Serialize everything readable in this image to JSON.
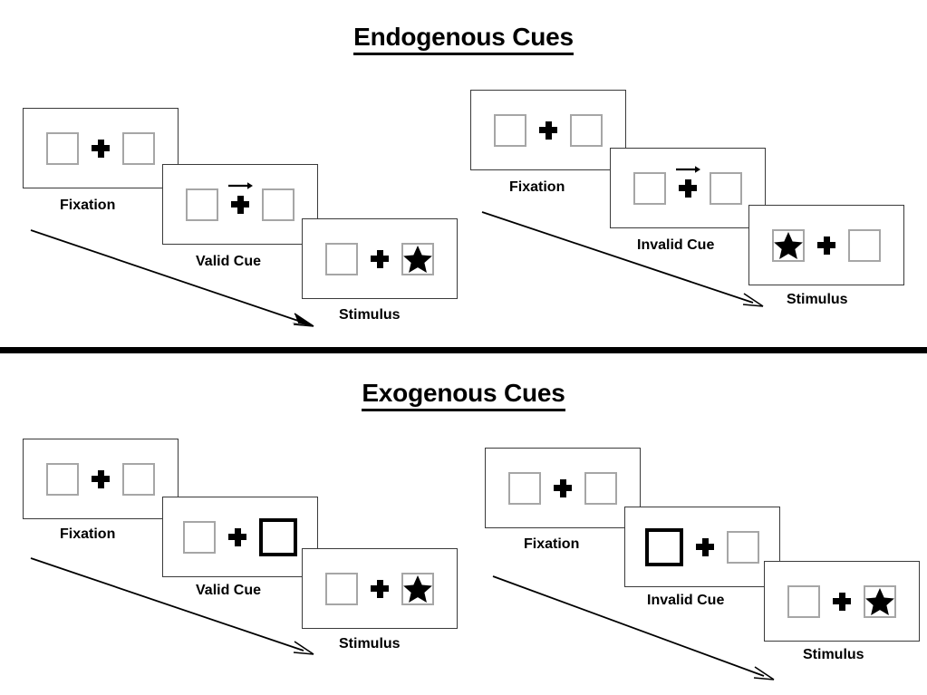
{
  "figure": {
    "title_endogenous": "Endogenous Cues",
    "title_exogenous": "Exogenous Cues",
    "divider_color": "#000000",
    "box_border_color": "#a6a6a6",
    "cued_box_border_color": "#000000",
    "frame_border_color": "#3a3a3a",
    "ink_color": "#000000"
  },
  "sections": [
    {
      "id": "endogenous",
      "title": "Endogenous Cues",
      "cue_type": "arrow",
      "sequences": [
        {
          "id": "endogenous-valid",
          "validity": "valid",
          "flow_arrow_label": "time-flow-arrow",
          "panels": [
            {
              "caption": "Fixation",
              "left_box": {
                "state": "empty",
                "content": ""
              },
              "center": {
                "cross": true,
                "arrow_cue": null
              },
              "right_box": {
                "state": "empty",
                "content": ""
              }
            },
            {
              "caption": "Valid Cue",
              "left_box": {
                "state": "empty",
                "content": ""
              },
              "center": {
                "cross": true,
                "arrow_cue": "right"
              },
              "right_box": {
                "state": "empty",
                "content": ""
              }
            },
            {
              "caption": "Stimulus",
              "left_box": {
                "state": "empty",
                "content": ""
              },
              "center": {
                "cross": true,
                "arrow_cue": null
              },
              "right_box": {
                "state": "star",
                "content": "star"
              }
            }
          ]
        },
        {
          "id": "endogenous-invalid",
          "validity": "invalid",
          "flow_arrow_label": "time-flow-arrow",
          "panels": [
            {
              "caption": "Fixation",
              "left_box": {
                "state": "empty",
                "content": ""
              },
              "center": {
                "cross": true,
                "arrow_cue": null
              },
              "right_box": {
                "state": "empty",
                "content": ""
              }
            },
            {
              "caption": "Invalid Cue",
              "left_box": {
                "state": "empty",
                "content": ""
              },
              "center": {
                "cross": true,
                "arrow_cue": "right"
              },
              "right_box": {
                "state": "empty",
                "content": ""
              }
            },
            {
              "caption": "Stimulus",
              "left_box": {
                "state": "star",
                "content": "star"
              },
              "center": {
                "cross": true,
                "arrow_cue": null
              },
              "right_box": {
                "state": "empty",
                "content": ""
              }
            }
          ]
        }
      ]
    },
    {
      "id": "exogenous",
      "title": "Exogenous Cues",
      "cue_type": "box-highlight",
      "sequences": [
        {
          "id": "exogenous-valid",
          "validity": "valid",
          "flow_arrow_label": "time-flow-arrow",
          "panels": [
            {
              "caption": "Fixation",
              "left_box": {
                "state": "empty",
                "content": ""
              },
              "center": {
                "cross": true,
                "arrow_cue": null
              },
              "right_box": {
                "state": "empty",
                "content": ""
              }
            },
            {
              "caption": "Valid Cue",
              "left_box": {
                "state": "empty",
                "content": ""
              },
              "center": {
                "cross": true,
                "arrow_cue": null
              },
              "right_box": {
                "state": "cued",
                "content": ""
              }
            },
            {
              "caption": "Stimulus",
              "left_box": {
                "state": "empty",
                "content": ""
              },
              "center": {
                "cross": true,
                "arrow_cue": null
              },
              "right_box": {
                "state": "star",
                "content": "star"
              }
            }
          ]
        },
        {
          "id": "exogenous-invalid",
          "validity": "invalid",
          "flow_arrow_label": "time-flow-arrow",
          "panels": [
            {
              "caption": "Fixation",
              "left_box": {
                "state": "empty",
                "content": ""
              },
              "center": {
                "cross": true,
                "arrow_cue": null
              },
              "right_box": {
                "state": "empty",
                "content": ""
              }
            },
            {
              "caption": "Invalid Cue",
              "left_box": {
                "state": "cued",
                "content": ""
              },
              "center": {
                "cross": true,
                "arrow_cue": null
              },
              "right_box": {
                "state": "empty",
                "content": ""
              }
            },
            {
              "caption": "Stimulus",
              "left_box": {
                "state": "empty",
                "content": ""
              },
              "center": {
                "cross": true,
                "arrow_cue": null
              },
              "right_box": {
                "state": "star",
                "content": "star"
              }
            }
          ]
        }
      ]
    }
  ]
}
